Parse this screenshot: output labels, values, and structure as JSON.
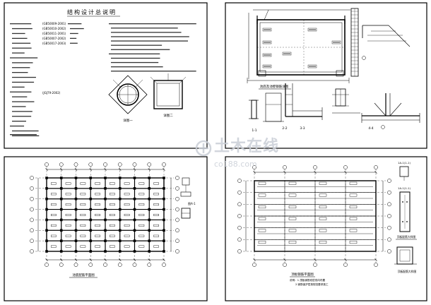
{
  "sheets": {
    "design_notes": {
      "title": "结构设计总说明",
      "spec_codes": [
        "(GB50009-2001)",
        "(GB50010-2002)",
        "(GB50011-2001)",
        "(GB50007-2002)",
        "(GB50017-2003)",
        "(JGJ79-2002)"
      ],
      "detail_labels": [
        "详图一",
        "详图二"
      ]
    },
    "ring_beam_detail": {
      "title": "池底及池壁钢筋详图",
      "section_labels": [
        "1-1",
        "2-2",
        "3-3",
        "4-4"
      ]
    },
    "bottom_plan": {
      "title": "池底配筋平面图",
      "section_label": "图A-1"
    },
    "top_plan": {
      "title": "顶板钢筋平面图",
      "section_label": "1A-1(1-1)",
      "detail_title": "顶板配筋大样图",
      "notes": [
        "说明：1.顶板钢筋双层双向布置",
        "2.钢筋保护层按规范要求施工"
      ]
    }
  },
  "watermark": {
    "primary": "土木在线",
    "secondary": "co188.com"
  },
  "colors": {
    "ink": "#000000",
    "paper": "#ffffff",
    "watermark": "#c9ced6"
  }
}
